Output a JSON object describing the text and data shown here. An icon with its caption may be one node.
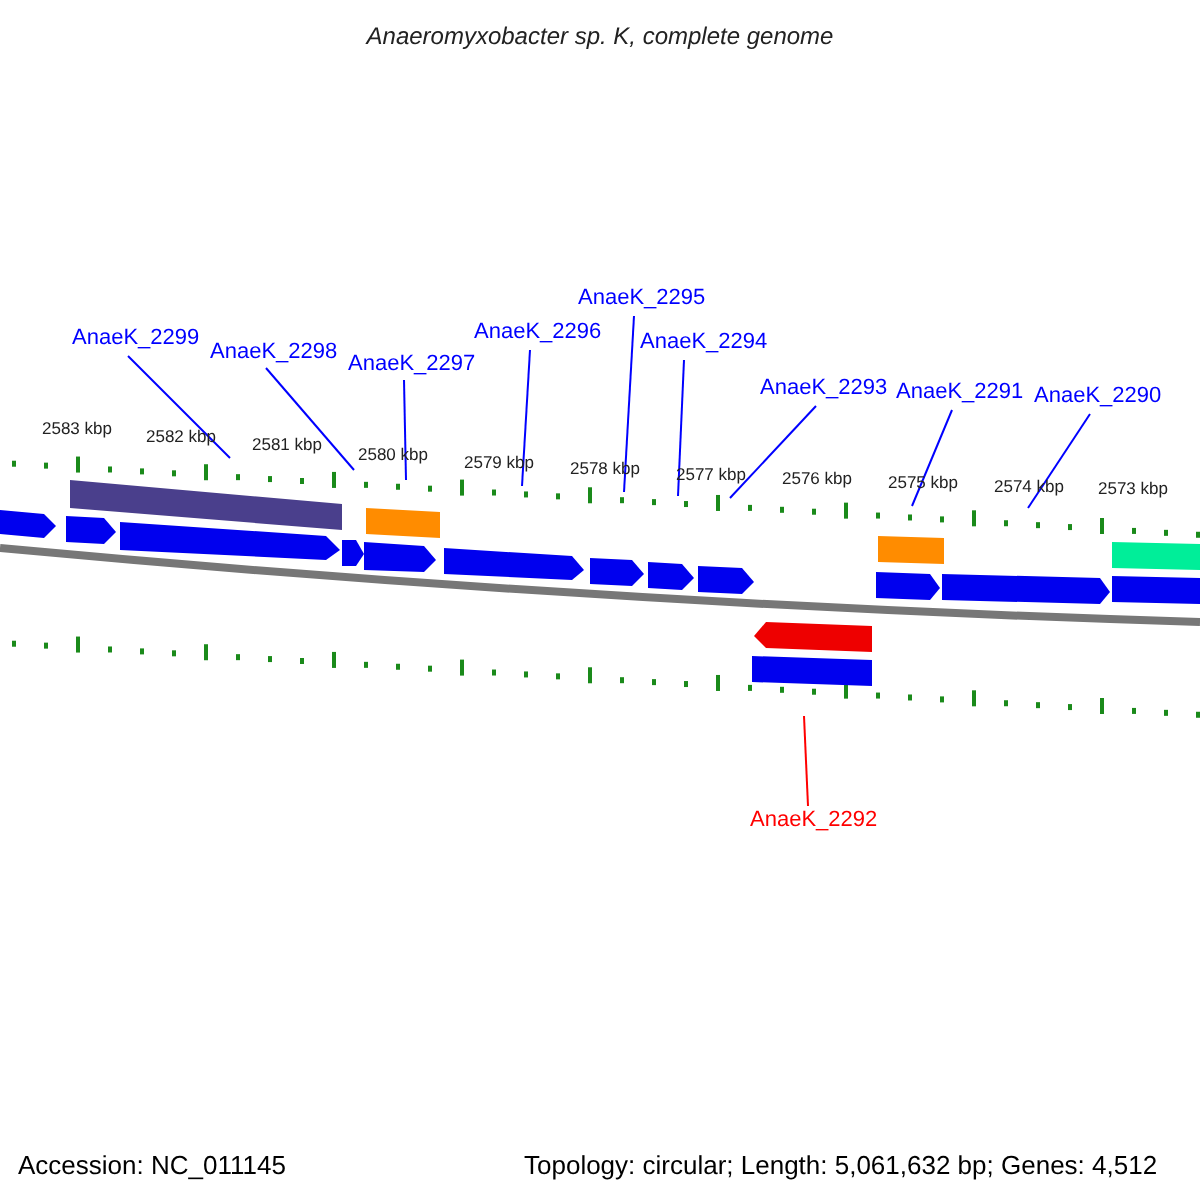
{
  "diagram": {
    "title": "Anaeromyxobacter sp. K, complete genome",
    "nodes": [
      {
        "text": [
          "AnaeK_2299"
        ]
      },
      {
        "text": [
          "AnaeK_2298"
        ]
      },
      {
        "text": [
          "AnaeK_2297"
        ]
      },
      {
        "text": [
          "AnaeK_2296"
        ]
      },
      {
        "text": [
          "AnaeK_2295"
        ]
      },
      {
        "text": [
          "AnaeK_2294"
        ]
      },
      {
        "text": [
          "AnaeK_2293"
        ]
      },
      {
        "text": [
          "AnaeK_2291"
        ]
      },
      {
        "text": [
          "AnaeK_2290"
        ]
      },
      {
        "text": [
          "AnaeK_2292"
        ]
      },
      {
        "text": [],
        "shape": "picture"
      }
    ],
    "edges": [
      {
        "from": 0,
        "to": 10,
        "arrow": "none"
      },
      {
        "from": 1,
        "to": 10,
        "arrow": "none"
      },
      {
        "from": 2,
        "to": 10,
        "arrow": "none"
      },
      {
        "from": 3,
        "to": 10,
        "arrow": "none"
      },
      {
        "from": 4,
        "to": 10,
        "arrow": "none"
      },
      {
        "from": 5,
        "to": 10,
        "arrow": "none"
      },
      {
        "from": 6,
        "to": 10,
        "arrow": "none"
      },
      {
        "from": 7,
        "to": 10,
        "arrow": "none"
      },
      {
        "from": 8,
        "to": 10,
        "arrow": "none"
      },
      {
        "from": 9,
        "to": 10,
        "arrow": "none",
        "color": "#ff0000"
      }
    ],
    "labels": [
      "2583 kbp",
      "2582 kbp",
      "2581 kbp",
      "2580 kbp",
      "2579 kbp",
      "2578 kbp",
      "2577 kbp",
      "2576 kbp",
      "2575 kbp",
      "2574 kbp",
      "2573 kbp",
      "Accession: NC_011145",
      "Topology: circular; Length: 5,061,632 bp; Genes: 4,512"
    ]
  }
}
